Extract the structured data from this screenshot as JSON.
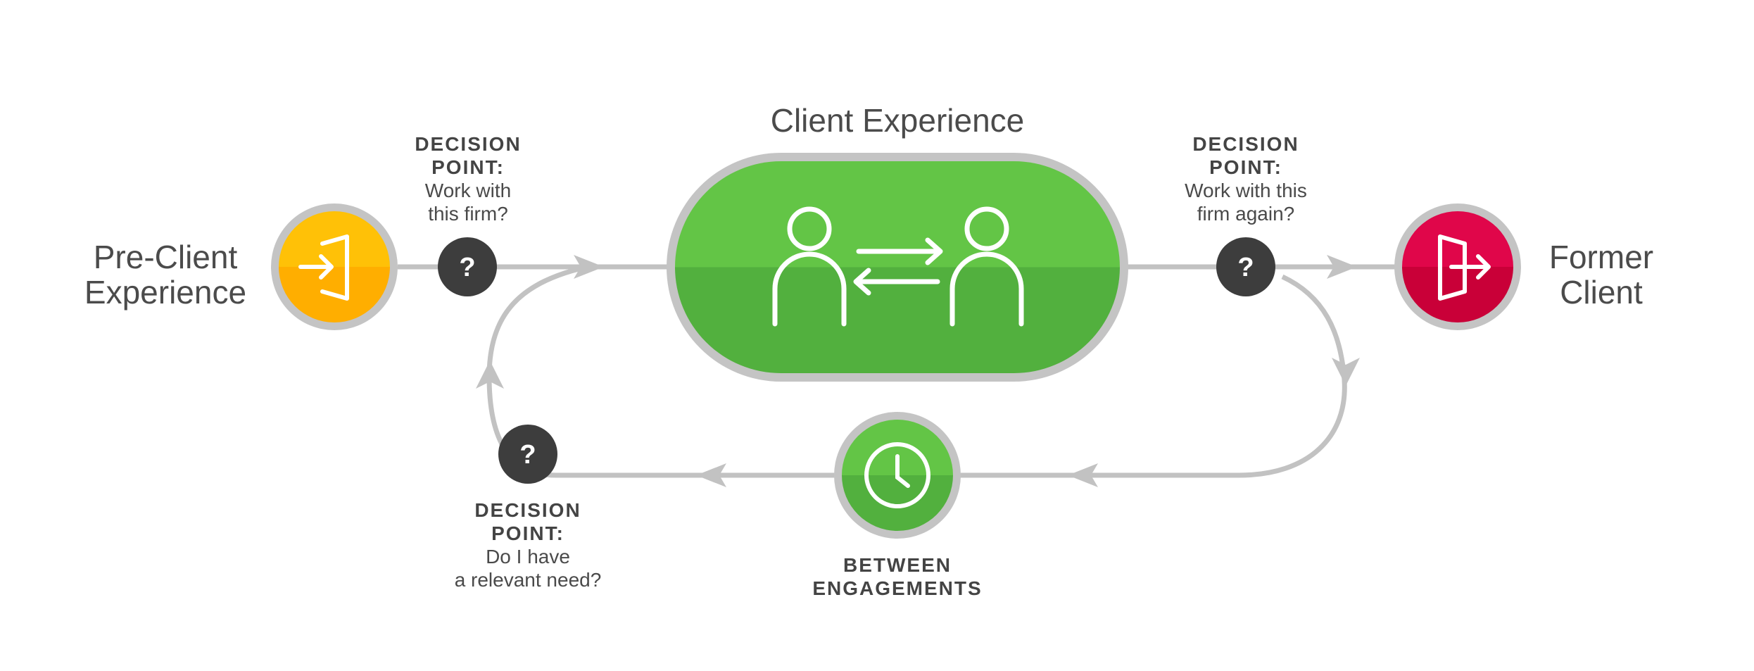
{
  "title": "Client Experience",
  "stages": {
    "pre_client": [
      "Pre-Client",
      "Experience"
    ],
    "former_client": [
      "Former",
      "Client"
    ],
    "between": [
      "BETWEEN",
      "ENGAGEMENTS"
    ]
  },
  "decision_points": [
    {
      "heading": [
        "DECISION",
        "POINT:"
      ],
      "question": [
        "Work with",
        "this firm?"
      ]
    },
    {
      "heading": [
        "DECISION",
        "POINT:"
      ],
      "question": [
        "Work with this",
        "firm again?"
      ]
    },
    {
      "heading": [
        "DECISION",
        "POINT:"
      ],
      "question": [
        "Do I have",
        "a relevant need?"
      ]
    }
  ],
  "decision_marker": "?",
  "icons": {
    "pre_client": "enter-door-icon",
    "former_client": "exit-door-icon",
    "client": "two-people-exchange-icon",
    "between": "clock-icon"
  },
  "colors": {
    "pre_client": "#ffb300",
    "client": "#5cbf45",
    "former_client": "#d6003f",
    "decision": "#3d3d3d",
    "connector": "#c2c2c2"
  }
}
